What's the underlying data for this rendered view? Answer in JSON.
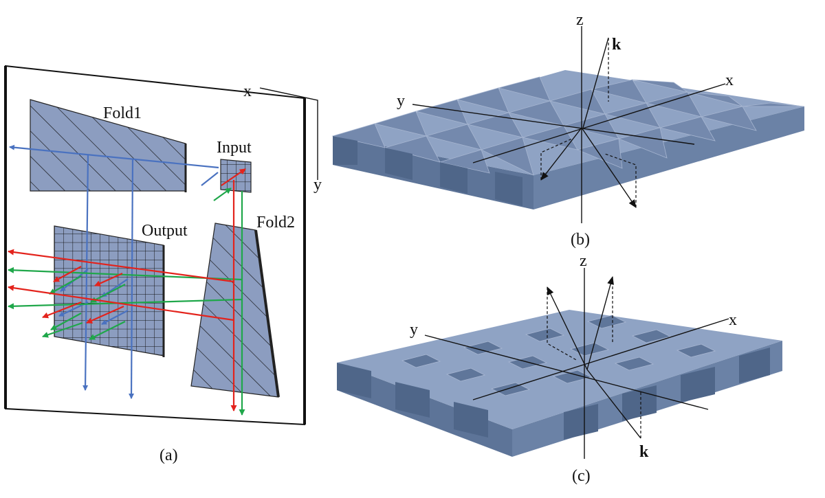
{
  "panel_a": {
    "caption": "(a)",
    "fold1_label": "Fold1",
    "fold2_label": "Fold2",
    "input_label": "Input",
    "output_label": "Output",
    "axis_x": "x",
    "axis_y": "y"
  },
  "panel_b": {
    "caption": "(b)",
    "axis_x": "x",
    "axis_y": "y",
    "axis_z": "z",
    "k_label": "k"
  },
  "panel_c": {
    "caption": "(c)",
    "axis_x": "x",
    "axis_y": "y",
    "axis_z": "z",
    "k_label": "k"
  },
  "colors": {
    "grating_fill": "#8c9dc0",
    "structure_top": "#8fa3c4",
    "structure_side": "#5d7498",
    "ray_blue": "#4a72c0",
    "ray_red": "#e3231c",
    "ray_green": "#1fa74a"
  }
}
